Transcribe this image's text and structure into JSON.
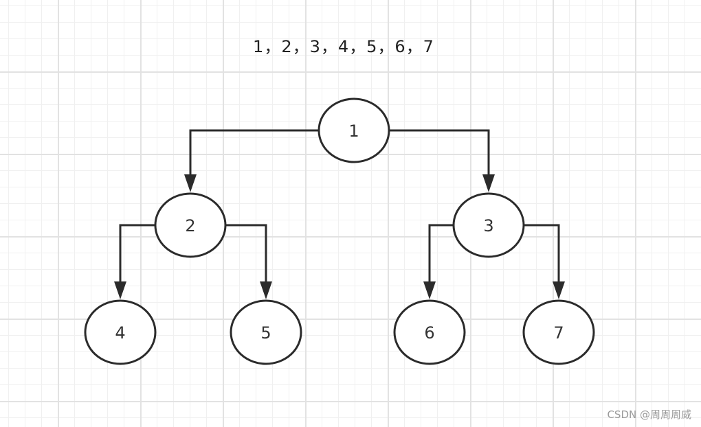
{
  "sequence_label": "1，2，3，4，5，6，7",
  "nodes": {
    "n1": "1",
    "n2": "2",
    "n3": "3",
    "n4": "4",
    "n5": "5",
    "n6": "6",
    "n7": "7"
  },
  "edges": [
    {
      "from": "1",
      "to": "2"
    },
    {
      "from": "1",
      "to": "3"
    },
    {
      "from": "2",
      "to": "4"
    },
    {
      "from": "2",
      "to": "5"
    },
    {
      "from": "3",
      "to": "6"
    },
    {
      "from": "3",
      "to": "7"
    }
  ],
  "colors": {
    "stroke": "#2b2b2b",
    "text": "#333333",
    "grid": "#e2e2e2"
  },
  "watermark": "CSDN @周周周威"
}
